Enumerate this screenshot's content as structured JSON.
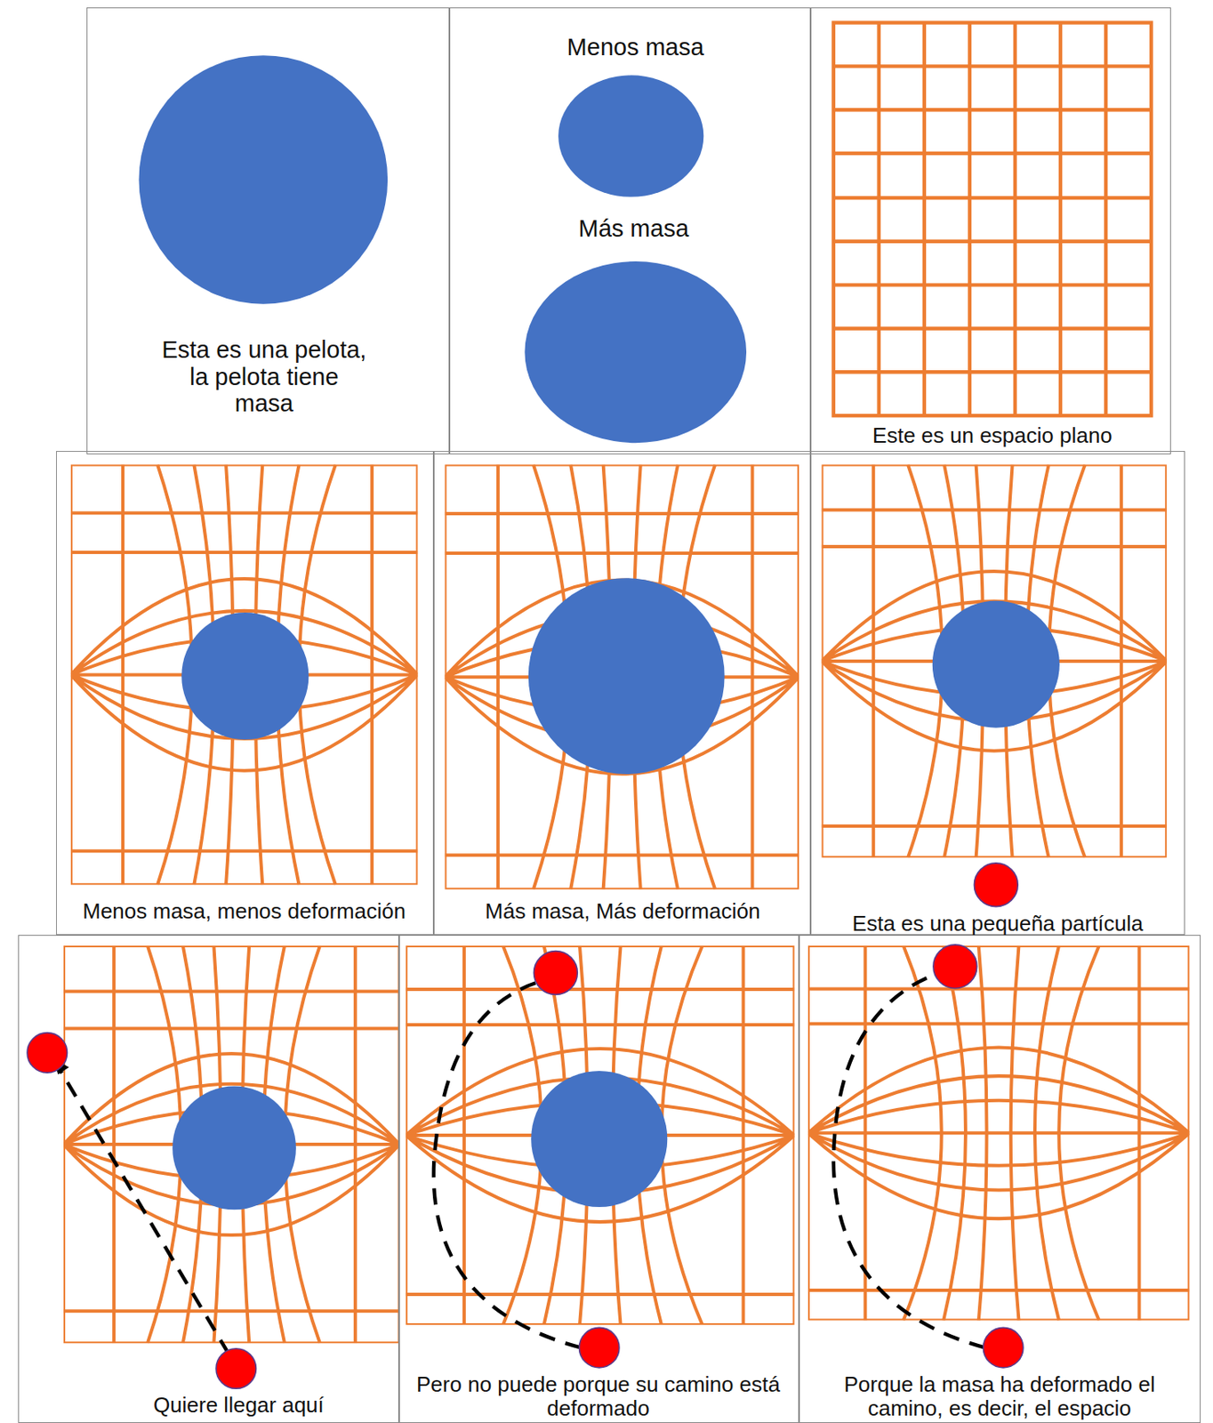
{
  "diagram": {
    "nodes": [
      {
        "text": [
          "Esta es una pelota, la pelota tiene masa"
        ]
      },
      {
        "text": [
          "Menos masa",
          "Más masa"
        ]
      },
      {
        "text": [
          "Este es un espacio plano"
        ]
      },
      {
        "text": [
          "Menos masa, menos deformación"
        ]
      },
      {
        "text": [
          "Más masa, Más deformación"
        ]
      },
      {
        "text": [
          "Esta es una pequeña partícula"
        ]
      },
      {
        "text": [
          "Quiere llegar aquí"
        ]
      },
      {
        "text": [
          "Pero no puede porque su camino está deformado"
        ]
      },
      {
        "text": [
          "Porque la masa ha deformado el camino, es decir, el espacio"
        ]
      }
    ]
  }
}
